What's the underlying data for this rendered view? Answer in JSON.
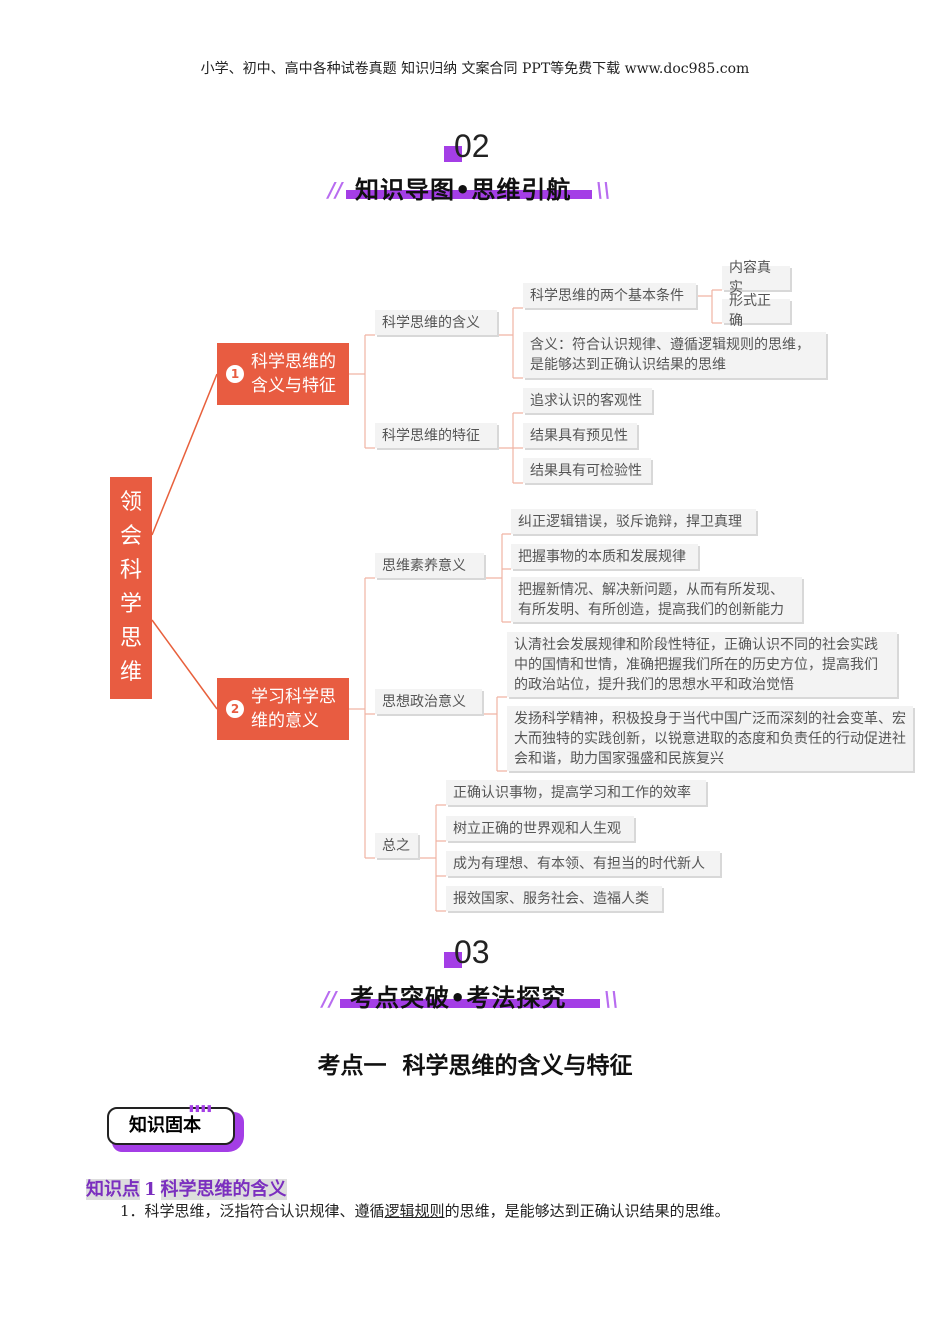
{
  "header": "小学、初中、高中各种试卷真题  知识归纳  文案合同  PPT等免费下载      www.doc985.com",
  "section2": {
    "number": "02",
    "title": "知识导图•思维引航"
  },
  "mindmap": {
    "root": [
      "领",
      "会",
      "科",
      "学",
      "思",
      "维"
    ],
    "node1": {
      "num": "1",
      "label": "科学思维的含义与特征"
    },
    "node2": {
      "num": "2",
      "label": "学习科学思维的意义"
    },
    "l2": [
      "科学思维的含义",
      "科学思维的特征",
      "思维素养意义",
      "思想政治意义",
      "总之"
    ],
    "meaning": [
      "科学思维的两个基本条件",
      "含义：符合认识规律、遵循逻辑规则的思维，是能够达到正确认识结果的思维"
    ],
    "conditions": [
      "内容真实",
      "形式正确"
    ],
    "features": [
      "追求认识的客观性",
      "结果具有预见性",
      "结果具有可检验性"
    ],
    "literacy": [
      "纠正逻辑错误，驳斥诡辩，捍卫真理",
      "把握事物的本质和发展规律",
      "把握新情况、解决新问题，从而有所发现、有所发明、有所创造，提高我们的创新能力"
    ],
    "political": [
      "认清社会发展规律和阶段性特征，正确认识不同的社会实践中的国情和世情，准确把握我们所在的历史方位，提高我们的政治站位，提升我们的思想水平和政治觉悟",
      "发扬科学精神，积极投身于当代中国广泛而深刻的社会变革、宏大而独特的实践创新，以锐意进取的态度和负责任的行动促进社会和谐，助力国家强盛和民族复兴"
    ],
    "summary": [
      "正确认识事物，提高学习和工作的效率",
      "树立正确的世界观和人生观",
      "成为有理想、有本领、有担当的时代新人",
      "报效国家、服务社会、造福人类"
    ]
  },
  "section3": {
    "number": "03",
    "title": "考点突破•考法探究"
  },
  "topic_title": "考点一  科学思维的含义与特征",
  "badge": "知识固本",
  "point": {
    "label": "知识点",
    "num": "1",
    "title": "科学思维的含义"
  },
  "para": {
    "pre": "1．科学思维，泛指符合认识规律、遵循",
    "underline": "逻辑规则",
    "post": "的思维，是能够达到正确认识结果的思维。"
  }
}
